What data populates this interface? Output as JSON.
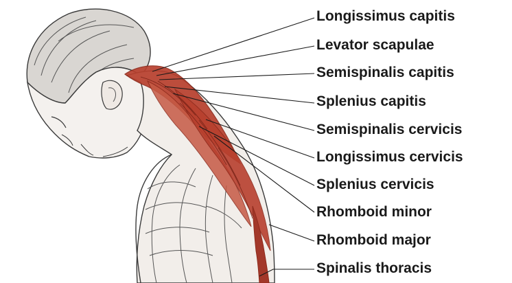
{
  "labels": [
    "Longissimus capitis",
    "Levator scapulae",
    "Semispinalis capitis",
    "Splenius capitis",
    "Semispinalis cervicis",
    "Longissimus cervicis",
    "Splenius cervicis",
    "Rhomboid minor",
    "Rhomboid major",
    "Spinalis thoracis"
  ],
  "colors": {
    "muscle_highlight": "#b8402e",
    "muscle_dark": "#8e2a1c",
    "line_art": "#3a3a3a",
    "leader": "#1a1a1a",
    "label_text": "#1a1a1a",
    "skin": "#f4f1ee"
  }
}
